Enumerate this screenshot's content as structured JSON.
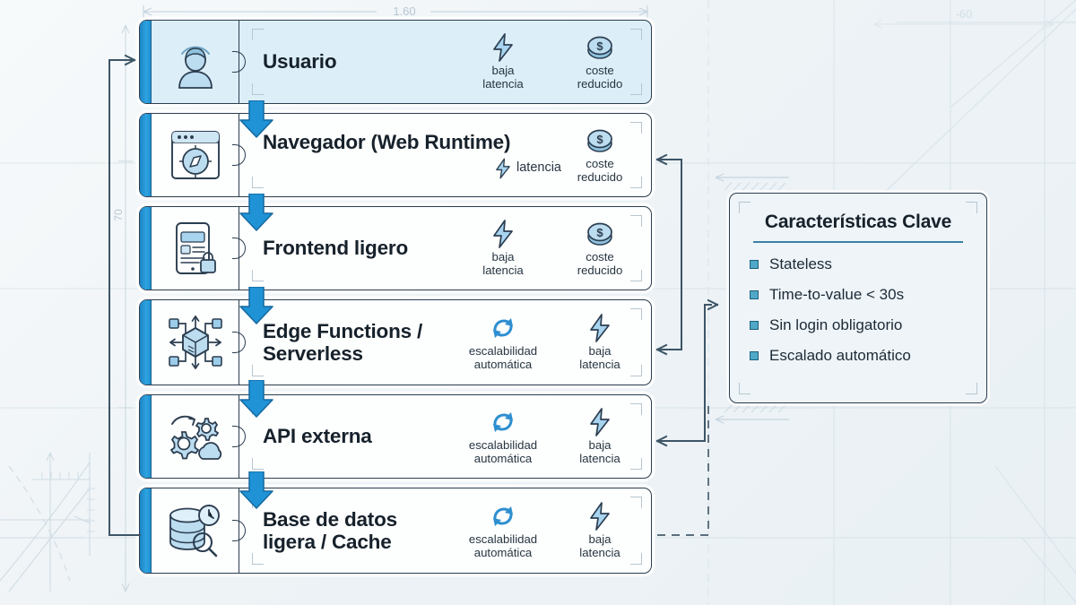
{
  "diagram": {
    "title_dimension_top": "1.60",
    "dimension_left": "70",
    "dimension_right": "-60",
    "flow": [
      {
        "id": "usuario",
        "title": "Usuario",
        "icon": "user-signal-icon",
        "tinted": true,
        "badge_style": "stacked",
        "badges": [
          {
            "icon": "lightning-icon",
            "label": "baja\nlatencia"
          },
          {
            "icon": "coin-icon",
            "label": "coste\nreducido"
          }
        ]
      },
      {
        "id": "navegador",
        "title": "Navegador (Web Runtime)",
        "icon": "browser-compass-icon",
        "tinted": false,
        "badge_style": "inline",
        "badges": [
          {
            "icon": "lightning-icon",
            "label": "latencia"
          },
          {
            "icon": "coin-icon",
            "label": "coste\nreducido"
          }
        ]
      },
      {
        "id": "frontend",
        "title": "Frontend ligero",
        "icon": "mobile-lock-icon",
        "tinted": false,
        "badge_style": "stacked",
        "badges": [
          {
            "icon": "lightning-icon",
            "label": "baja\nlatencia"
          },
          {
            "icon": "coin-icon",
            "label": "coste\nreducido"
          }
        ]
      },
      {
        "id": "edge-functions",
        "title": "Edge Functions /\nServerless",
        "icon": "cube-network-icon",
        "tinted": false,
        "badge_style": "stacked",
        "badges": [
          {
            "icon": "refresh-cycle-icon",
            "label": "escalabilidad\nautomática"
          },
          {
            "icon": "lightning-icon",
            "label": "baja\nlatencia"
          }
        ]
      },
      {
        "id": "api-externa",
        "title": "API externa",
        "icon": "gears-cloud-icon",
        "tinted": false,
        "badge_style": "stacked",
        "badges": [
          {
            "icon": "refresh-cycle-icon",
            "label": "escalabilidad\nautomática"
          },
          {
            "icon": "lightning-icon",
            "label": "baja\nlatencia"
          }
        ]
      },
      {
        "id": "base-de-datos",
        "title": "Base de datos\nligera / Cache",
        "icon": "database-search-icon",
        "tinted": false,
        "badge_style": "stacked",
        "badges": [
          {
            "icon": "refresh-cycle-icon",
            "label": "escalabilidad\nautomática"
          },
          {
            "icon": "lightning-icon",
            "label": "baja\nlatencia"
          }
        ]
      }
    ]
  },
  "panel": {
    "heading": "Características Clave",
    "features": [
      {
        "label": "Stateless"
      },
      {
        "label": "Time-to-value < 30s"
      },
      {
        "label": "Sin login obligatorio"
      },
      {
        "label": "Escalado automático"
      }
    ]
  },
  "colors": {
    "accent_blue": "#2196d8",
    "arrow_blue": "#1f93d6",
    "card_border": "#2c3e50",
    "tinted_card": "#dceef8",
    "panel_bg": "#eef4f8",
    "bullet": "#4fa8c8",
    "background": "#eef3f6"
  }
}
